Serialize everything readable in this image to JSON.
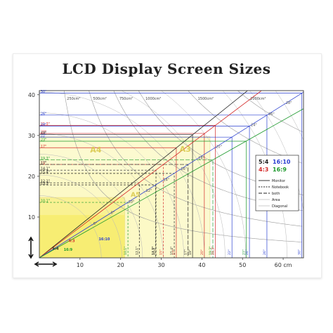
{
  "chart_data": {
    "type": "line",
    "title": "LCD Display Screen Sizes",
    "xlabel": "cm",
    "ylabel": "",
    "xlim": [
      0,
      65
    ],
    "ylim": [
      0,
      41
    ],
    "x_tick_labels": [
      "10",
      "20",
      "30",
      "40",
      "50",
      "60 cm"
    ],
    "x_tick_values": [
      10,
      20,
      30,
      40,
      50,
      60
    ],
    "y_tick_labels": [
      "10",
      "20",
      "30",
      "40"
    ],
    "y_tick_values": [
      10,
      20,
      30,
      40
    ],
    "aspect_ratios": [
      {
        "label": "5:4",
        "ratio": 1.25,
        "color": "#222222"
      },
      {
        "label": "4:3",
        "ratio": 1.3333,
        "color": "#d42a2a"
      },
      {
        "label": "16:10",
        "ratio": 1.6,
        "color": "#2a3fd0"
      },
      {
        "label": "16:9",
        "ratio": 1.7778,
        "color": "#1f9a2e"
      }
    ],
    "area_arcs": [
      {
        "label": "250cm²",
        "area": 250
      },
      {
        "label": "500cm²",
        "area": 500
      },
      {
        "label": "750cm²",
        "area": 750
      },
      {
        "label": "1000cm²",
        "area": 1000
      },
      {
        "label": "1500cm²",
        "area": 1500
      },
      {
        "label": "2000cm²",
        "area": 2000
      }
    ],
    "diagonal_arcs": [
      {
        "label": "6\"",
        "inch": 6
      },
      {
        "label": "8\"",
        "inch": 8
      },
      {
        "label": "10\"",
        "inch": 10
      },
      {
        "label": "12\"",
        "inch": 12
      },
      {
        "label": "14\"",
        "inch": 14
      },
      {
        "label": "16\"",
        "inch": 16
      },
      {
        "label": "18\"",
        "inch": 18
      },
      {
        "label": "20\"",
        "inch": 20
      },
      {
        "label": "24\"",
        "inch": 24
      },
      {
        "label": "26\"",
        "inch": 26
      },
      {
        "label": "28\"",
        "inch": 28
      }
    ],
    "screens": [
      {
        "label": "10,1\"",
        "ratio": "16:10",
        "w": 21.8,
        "h": 13.6,
        "type": "notebook",
        "color": "#1f9a2e"
      },
      {
        "label": "12,1\"",
        "ratio": "4:3",
        "w": 24.6,
        "h": 18.4,
        "type": "notebook",
        "color": "#222222"
      },
      {
        "label": "13,3\"",
        "ratio": "16:10",
        "w": 28.6,
        "h": 17.9,
        "type": "notebook",
        "color": "#222222"
      },
      {
        "label": "14,1\"",
        "ratio": "4:3",
        "w": 28.7,
        "h": 21.5,
        "type": "notebook",
        "color": "#222222"
      },
      {
        "label": "15\"",
        "ratio": "4:3",
        "w": 30.5,
        "h": 22.9,
        "type": "notebook",
        "color": "#d42a2a"
      },
      {
        "label": "15,4\"",
        "ratio": "16:10",
        "w": 33.2,
        "h": 20.7,
        "type": "notebook",
        "color": "#222222"
      },
      {
        "label": "17\"",
        "ratio": "16:10",
        "w": 36.6,
        "h": 22.9,
        "type": "both",
        "color": "#222222"
      },
      {
        "label": "17\"",
        "ratio": "5:4",
        "w": 33.7,
        "h": 27.0,
        "type": "monitor",
        "color": "#d42a2a"
      },
      {
        "label": "19\"",
        "ratio": "5:4",
        "w": 37.7,
        "h": 30.2,
        "type": "monitor",
        "color": "#222222"
      },
      {
        "label": "19,3\"",
        "ratio": "16:9",
        "w": 42.7,
        "h": 24.0,
        "type": "both",
        "color": "#1f9a2e"
      },
      {
        "label": "20\"",
        "ratio": "4:3",
        "w": 40.6,
        "h": 30.5,
        "type": "monitor",
        "color": "#d42a2a"
      },
      {
        "label": "21,3\"",
        "ratio": "4:3",
        "w": 43.3,
        "h": 32.5,
        "type": "monitor",
        "color": "#d42a2a"
      },
      {
        "label": "22\"",
        "ratio": "16:10",
        "w": 47.4,
        "h": 29.6,
        "type": "monitor",
        "color": "#2a3fd0"
      },
      {
        "label": "23\"",
        "ratio": "16:9",
        "w": 50.9,
        "h": 28.6,
        "type": "monitor",
        "color": "#1f9a2e"
      },
      {
        "label": "24\"",
        "ratio": "16:10",
        "w": 51.7,
        "h": 32.3,
        "type": "monitor",
        "color": "#2a3fd0"
      },
      {
        "label": "26\"",
        "ratio": "16:10",
        "w": 56.0,
        "h": 35.0,
        "type": "monitor",
        "color": "#2a3fd0"
      },
      {
        "label": "30\"",
        "ratio": "16:10",
        "w": 64.6,
        "h": 40.4,
        "type": "monitor",
        "color": "#2a3fd0"
      }
    ],
    "y_side_labels": [
      {
        "label": "30\"",
        "y": 40.4,
        "color": "#2a3fd0"
      },
      {
        "label": "26\"",
        "y": 35.0,
        "color": "#2a3fd0"
      },
      {
        "label": "21,3\"",
        "y": 32.5,
        "color": "#d42a2a"
      },
      {
        "label": "24\"",
        "y": 32.3,
        "color": "#2a3fd0"
      },
      {
        "label": "20\"",
        "y": 30.5,
        "color": "#d42a2a"
      },
      {
        "label": "19\"",
        "y": 30.2,
        "color": "#222222"
      },
      {
        "label": "22\"",
        "y": 29.6,
        "color": "#2a3fd0"
      },
      {
        "label": "23\"",
        "y": 28.6,
        "color": "#1f9a2e"
      },
      {
        "label": "17\"",
        "y": 27.0,
        "color": "#d42a2a"
      },
      {
        "label": "19,3\"",
        "y": 24.0,
        "color": "#1f9a2e"
      },
      {
        "label": "15\"",
        "y": 22.9,
        "color": "#d42a2a"
      },
      {
        "label": "17\"",
        "y": 22.9,
        "color": "#222222"
      },
      {
        "label": "14,1\"",
        "y": 21.5,
        "color": "#222222"
      },
      {
        "label": "15,4\"",
        "y": 20.7,
        "color": "#222222"
      },
      {
        "label": "12,1\"",
        "y": 18.4,
        "color": "#222222"
      },
      {
        "label": "13,3\"",
        "y": 17.9,
        "color": "#222222"
      },
      {
        "label": "10,1\"",
        "y": 13.6,
        "color": "#1f9a2e"
      }
    ],
    "paper_regions": [
      {
        "label": "A4",
        "w": 29.7,
        "h": 21.0
      },
      {
        "label": "A3",
        "w": 42.0,
        "h": 29.7
      },
      {
        "label": "A5",
        "w": 21.0,
        "h": 14.8
      }
    ],
    "legend": {
      "position": "right",
      "ratio_labels": [
        {
          "label": "5:4",
          "color": "#222222"
        },
        {
          "label": "16:10",
          "color": "#2a3fd0"
        },
        {
          "label": "4:3",
          "color": "#d42a2a"
        },
        {
          "label": "16:9",
          "color": "#1f9a2e"
        }
      ],
      "line_items": [
        {
          "label": "Monitor",
          "style": "solid"
        },
        {
          "label": "Notebook",
          "style": "dash"
        },
        {
          "label": "both",
          "style": "longdash"
        },
        {
          "label": "Area",
          "style": "thin"
        },
        {
          "label": "Diagonal",
          "style": "thin"
        }
      ]
    },
    "grid": false
  }
}
